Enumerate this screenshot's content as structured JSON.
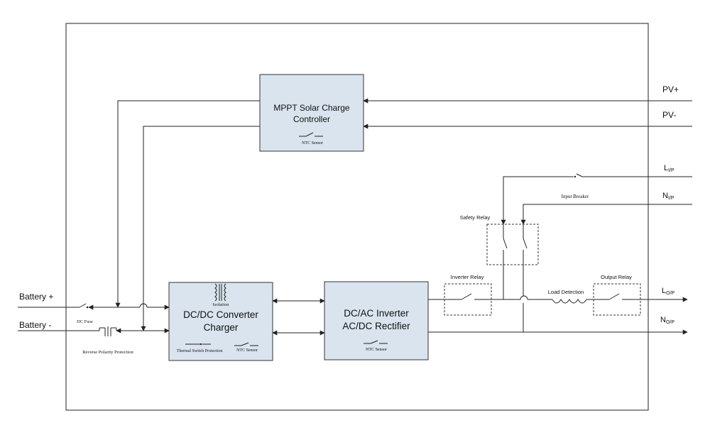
{
  "blocks": {
    "mppt": {
      "line1": "MPPT  Solar Charge",
      "line2": "Controller",
      "sensor": "NTC Sensor"
    },
    "dcdc": {
      "line1": "DC/DC Converter",
      "line2": "Charger",
      "isolation": "Isolation",
      "thermal": "Thermal Switch Protection",
      "sensor": "NTC Sensor"
    },
    "inverter": {
      "line1": "DC/AC Inverter",
      "line2": "AC/DC Rectifier",
      "sensor": "NTC Sensor"
    }
  },
  "terminals": {
    "battery_pos": "Battery +",
    "battery_neg": "Battery -",
    "pv_pos": "PV+",
    "pv_neg": "PV-",
    "l_in_main": "L",
    "l_in_sub": "I/P",
    "n_in_main": "N",
    "n_in_sub": "I/P",
    "l_out_main": "L",
    "l_out_sub": "O/P",
    "n_out_main": "N",
    "n_out_sub": "O/P"
  },
  "labels": {
    "dc_fuse": "DC Fuse",
    "reverse_polarity": "Reverse Polarity Protection",
    "safety_relay": "Safety Relay",
    "input_breaker": "Input Breaker",
    "inverter_relay": "Inverter Relay",
    "load_detection": "Load Detection",
    "output_relay": "Output Relay"
  }
}
